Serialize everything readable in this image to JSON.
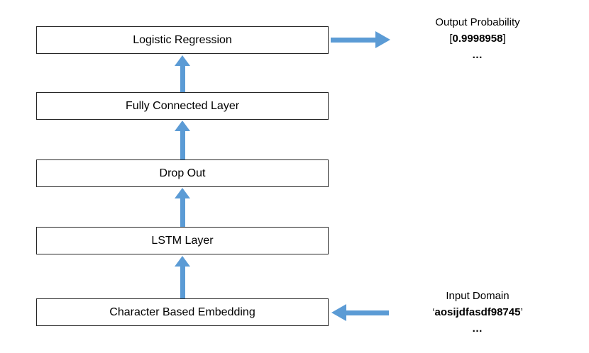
{
  "diagram": {
    "layers": [
      {
        "label": "Logistic Regression"
      },
      {
        "label": "Fully Connected Layer"
      },
      {
        "label": "Drop Out"
      },
      {
        "label": "LSTM Layer"
      },
      {
        "label": "Character Based Embedding"
      }
    ],
    "output_annotation": {
      "title": "Output Probability",
      "bracket_open": "[",
      "value": "0.9998958",
      "bracket_close": "]",
      "ellipsis": "…"
    },
    "input_annotation": {
      "title": "Input Domain",
      "quote_open": "‘",
      "value": "aosijdfasdf98745",
      "quote_close": "’",
      "ellipsis": "…"
    },
    "colors": {
      "arrow": "#5B9BD5",
      "box_border": "#262626",
      "text": "#000000",
      "background": "#FFFFFF"
    }
  }
}
